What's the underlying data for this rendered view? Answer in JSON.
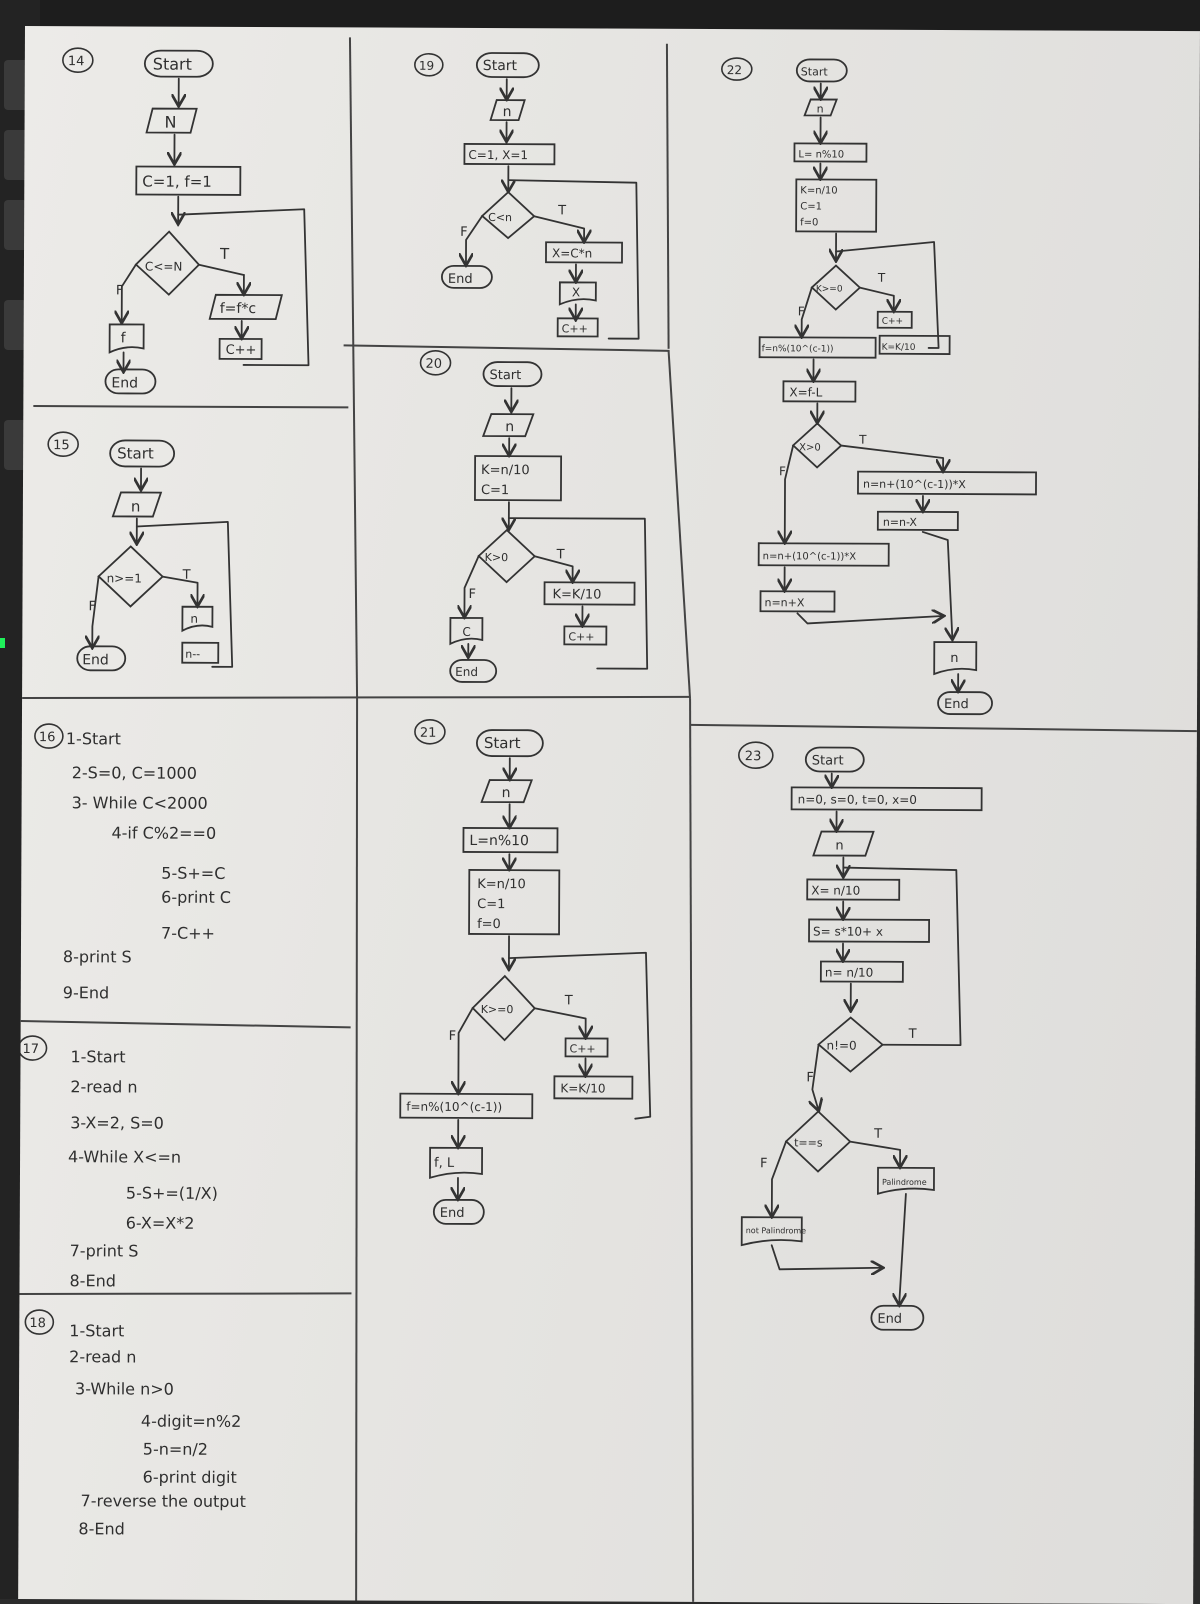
{
  "flowcharts": {
    "p14": {
      "number": "14",
      "start": "Start",
      "input": "N",
      "init": "C=1, f=1",
      "cond": "C<=N",
      "t": "T",
      "f": "F",
      "body1": "f=f*c",
      "body2": "C++",
      "output": "f",
      "end": "End"
    },
    "p15": {
      "number": "15",
      "start": "Start",
      "input": "n",
      "cond": "n>=1",
      "t": "T",
      "f": "F",
      "body1": "n",
      "body2": "n--",
      "end": "End"
    },
    "p19": {
      "number": "19",
      "start": "Start",
      "input": "n",
      "init": "C=1, X=1",
      "cond": "C<n",
      "t": "T",
      "f": "F",
      "body1": "X=C*n",
      "body2": "X",
      "body3": "C++",
      "end": "End"
    },
    "p20": {
      "number": "20",
      "start": "Start",
      "input": "n",
      "init1": "K=n/10",
      "init2": "C=1",
      "cond": "K>0",
      "t": "T",
      "f": "F",
      "body1": "K=K/10",
      "body2": "C++",
      "output": "C",
      "end": "End"
    },
    "p21": {
      "number": "21",
      "start": "Start",
      "input": "n",
      "step1": "L=n%10",
      "init1": "K=n/10",
      "init2": "C=1",
      "init3": "f=0",
      "cond": "K>=0",
      "t": "T",
      "f": "F",
      "body1": "C++",
      "body2": "K=K/10",
      "calc": "f=n%(10^(c-1))",
      "output": "f, L",
      "end": "End"
    },
    "p22": {
      "number": "22",
      "start": "Start",
      "input": "n",
      "step1": "L= n%10",
      "init1": "K=n/10",
      "init2": "C=1",
      "init3": "f=0",
      "cond": "K>=0",
      "t": "T",
      "f": "F",
      "body1": "C++",
      "body2": "K=K/10",
      "calc1": "f=n%(10^(c-1))",
      "calc2": "X=f-L",
      "cond2": "X>0",
      "t2": "T",
      "f2": "F",
      "tbranch1": "n=n+(10^(c-1))*X",
      "tbranch2": "n=n-X",
      "fbranch1": "n=n+(10^(c-1))*X",
      "fbranch2": "n=n+X",
      "output": "n",
      "end": "End"
    },
    "p23": {
      "number": "23",
      "start": "Start",
      "init": "n=0, s=0, t=0, x=0",
      "input": "n",
      "body1": "X= n/10",
      "body2": "S= s*10+ x",
      "body3": "n= n/10",
      "cond": "n!=0",
      "t": "T",
      "f": "F",
      "cond2": "t==s",
      "t2": "T",
      "f2": "F",
      "out_true": "Palindrome",
      "out_false": "not Palindrome",
      "end": "End"
    }
  },
  "algorithms": {
    "p16": {
      "number": "16",
      "lines": [
        "1-Start",
        "2-S=0, C=1000",
        "3- While C<2000",
        "4-if C%2==0",
        "5-S+=C",
        "6-print C",
        "7-C++",
        "8-print S",
        "9-End"
      ]
    },
    "p17": {
      "number": "17",
      "lines": [
        "1-Start",
        "2-read n",
        "3-X=2, S=0",
        "4-While X<=n",
        "5-S+=(1/X)",
        "6-X=X*2",
        "7-print S",
        "8-End"
      ]
    },
    "p18": {
      "number": "18",
      "lines": [
        "1-Start",
        "2-read n",
        "3-While n>0",
        "4-digit=n%2",
        "5-n=n/2",
        "6-print digit",
        "7-reverse the output",
        "8-End"
      ]
    }
  }
}
